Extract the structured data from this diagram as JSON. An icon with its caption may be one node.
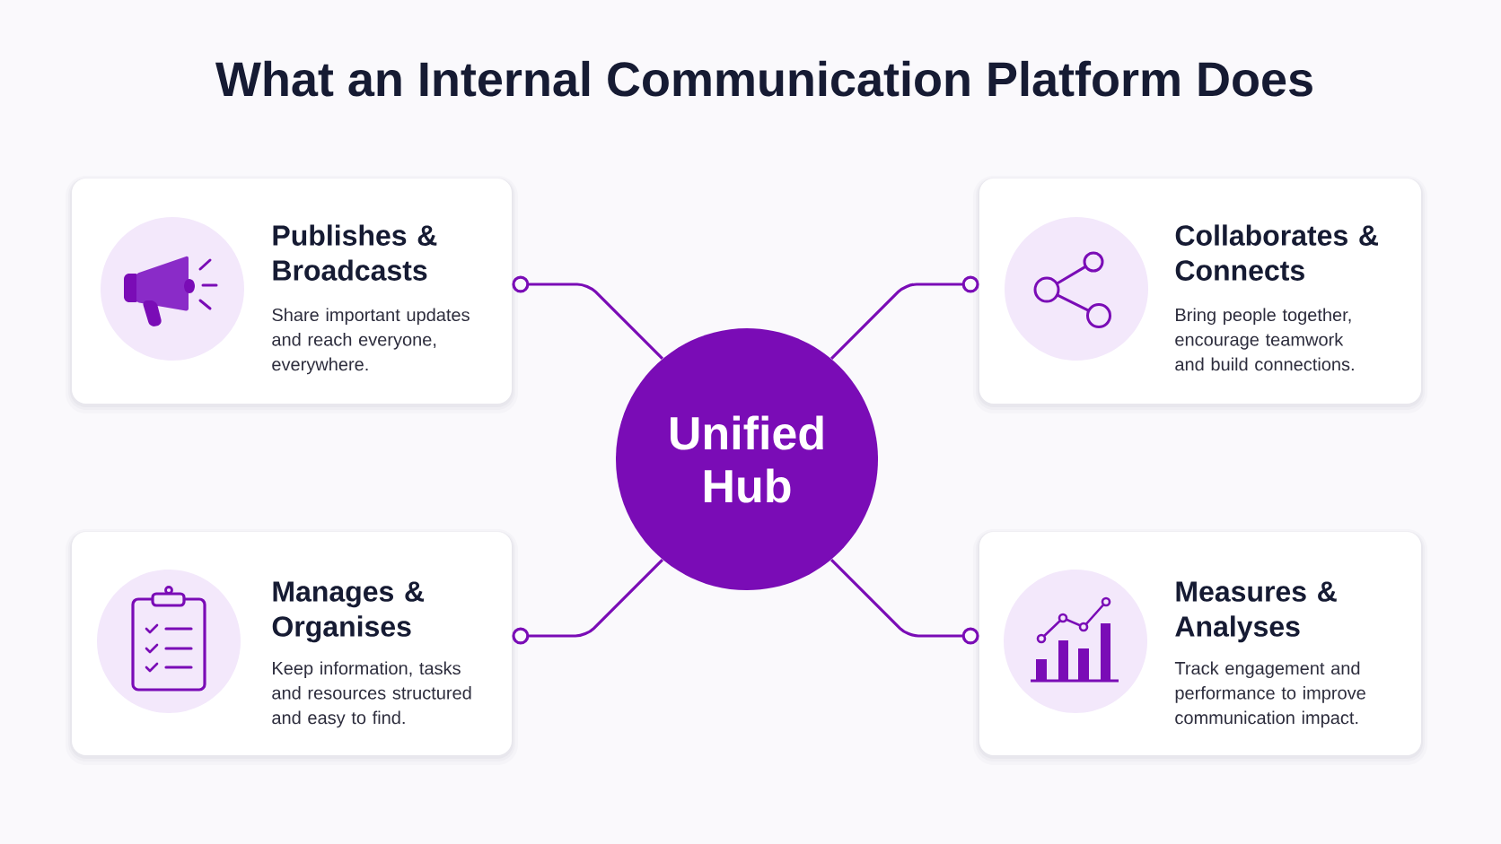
{
  "diagram": {
    "title": "What an Internal Communication Platform Does",
    "nodes": [
      {
        "text": [
          "Publishes & Broadcasts",
          "Share important updates and reach everyone, everywhere."
        ]
      },
      {
        "text": [
          "Collaborates & Connects",
          "Bring people together, encourage teamwork and build connections."
        ]
      },
      {
        "text": [
          "Unified Hub"
        ]
      },
      {
        "text": [
          "Manages & Organises",
          "Keep information, tasks and resources structured and easy to find."
        ]
      },
      {
        "text": [
          "Measures & Analyses",
          "Track engagement and performance to improve communication impact."
        ]
      }
    ],
    "edges": [
      {
        "from": 2,
        "to": 0,
        "arrow": "other"
      },
      {
        "from": 2,
        "to": 1,
        "arrow": "other"
      },
      {
        "from": 2,
        "to": 3,
        "arrow": "other"
      },
      {
        "from": 2,
        "to": 4,
        "arrow": "other"
      }
    ]
  }
}
